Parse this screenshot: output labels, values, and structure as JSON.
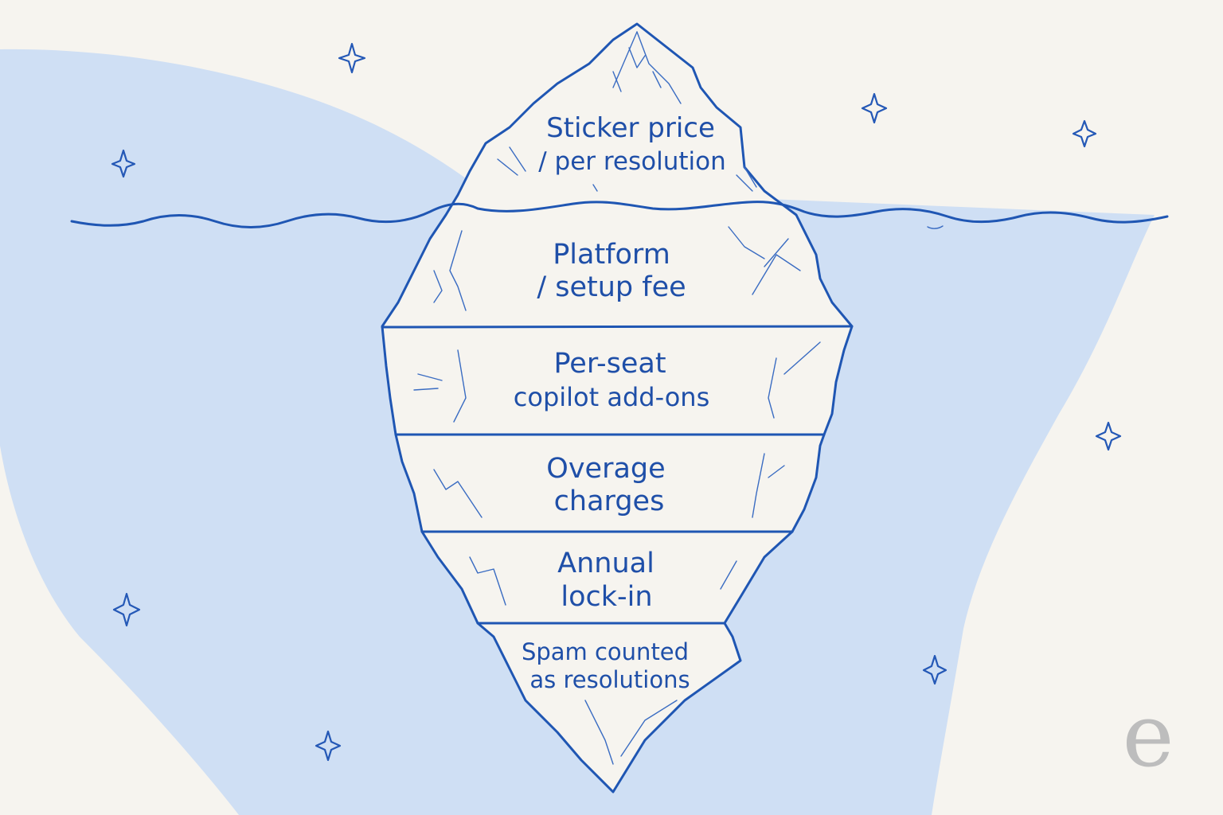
{
  "colors": {
    "background": "#f6f4ef",
    "water": "#cfdff4",
    "ink": "#1f56b3",
    "text": "#1f4fa8",
    "watermark": "#bdbdbd"
  },
  "iceberg": {
    "tip": {
      "lines": [
        "Sticker price",
        "/ per resolution"
      ]
    },
    "layers": [
      {
        "lines": [
          "Platform",
          "/ setup fee"
        ]
      },
      {
        "lines": [
          "Per-seat",
          "copilot add-ons"
        ]
      },
      {
        "lines": [
          "Overage",
          "charges"
        ]
      },
      {
        "lines": [
          "Annual",
          "lock-in"
        ]
      },
      {
        "lines": [
          "Spam counted",
          "as resolutions"
        ]
      }
    ]
  },
  "decorations": {
    "star_icon": "four-point-sparkle",
    "watermark_text": "e"
  }
}
